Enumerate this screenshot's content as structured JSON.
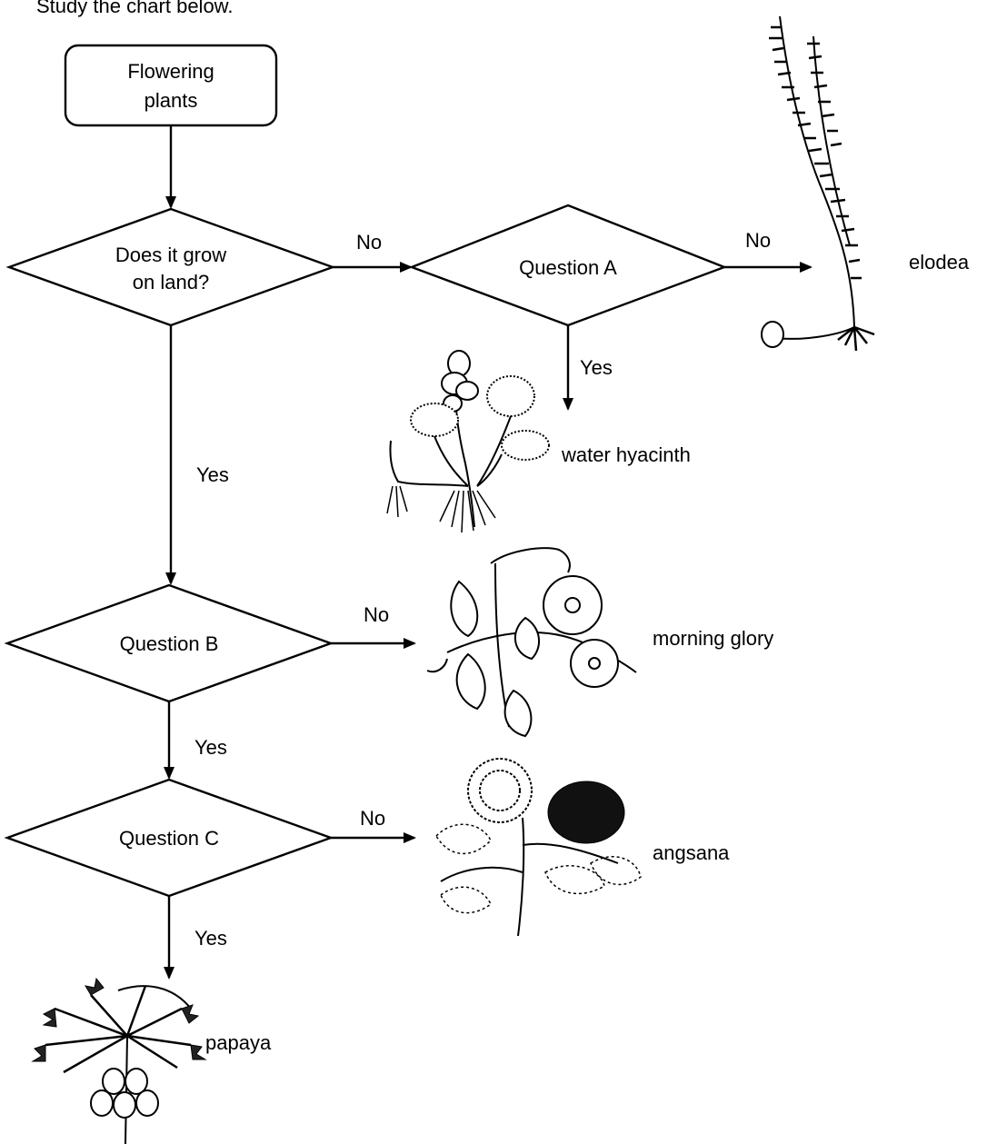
{
  "instruction": "Study the chart below.",
  "nodes": {
    "start": "Flowering plants",
    "q_land": "Does it grow on land?",
    "q_a": "Question A",
    "q_b": "Question B",
    "q_c": "Question C"
  },
  "edges": {
    "land_no": "No",
    "land_yes": "Yes",
    "a_no": "No",
    "a_yes": "Yes",
    "b_no": "No",
    "b_yes": "Yes",
    "c_no": "No",
    "c_yes": "Yes"
  },
  "plants": {
    "elodea": "elodea",
    "water_hyacinth": "water hyacinth",
    "morning_glory": "morning glory",
    "angsana": "angsana",
    "papaya": "papaya"
  },
  "icons": [
    "elodea-plant-icon",
    "water-hyacinth-plant-icon",
    "morning-glory-plant-icon",
    "angsana-plant-icon",
    "papaya-plant-icon"
  ]
}
